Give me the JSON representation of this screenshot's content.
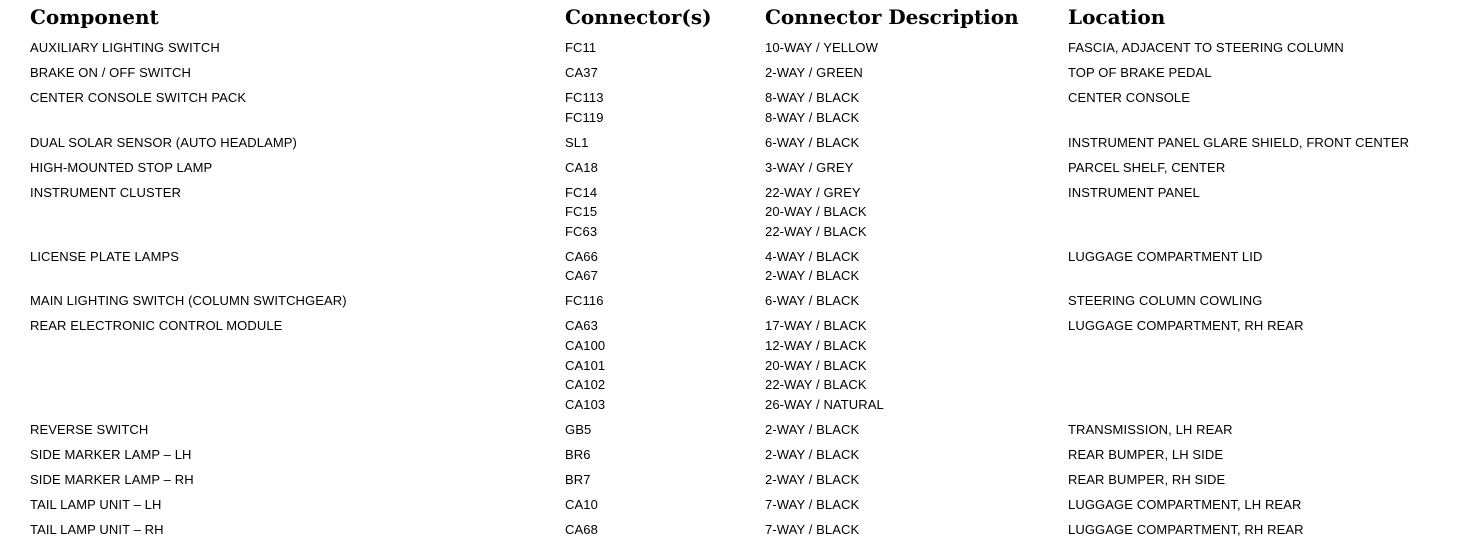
{
  "headers": {
    "component": "Component",
    "connectors": "Connector(s)",
    "description": "Connector Description",
    "location": "Location"
  },
  "rows": [
    {
      "component": "AUXILIARY LIGHTING SWITCH",
      "connectors": [
        "FC11"
      ],
      "descriptions": [
        "10-WAY / YELLOW"
      ],
      "location": "FASCIA, ADJACENT TO STEERING COLUMN"
    },
    {
      "component": "BRAKE ON / OFF SWITCH",
      "connectors": [
        "CA37"
      ],
      "descriptions": [
        "2-WAY / GREEN"
      ],
      "location": "TOP OF BRAKE PEDAL"
    },
    {
      "component": "CENTER CONSOLE SWITCH PACK",
      "connectors": [
        "FC113",
        "FC119"
      ],
      "descriptions": [
        "8-WAY / BLACK",
        "8-WAY / BLACK"
      ],
      "location": "CENTER CONSOLE"
    },
    {
      "component": "DUAL SOLAR SENSOR (AUTO HEADLAMP)",
      "connectors": [
        "SL1"
      ],
      "descriptions": [
        "6-WAY / BLACK"
      ],
      "location": "INSTRUMENT PANEL GLARE SHIELD, FRONT CENTER"
    },
    {
      "component": "HIGH-MOUNTED STOP LAMP",
      "connectors": [
        "CA18"
      ],
      "descriptions": [
        "3-WAY / GREY"
      ],
      "location": "PARCEL SHELF, CENTER"
    },
    {
      "component": "INSTRUMENT CLUSTER",
      "connectors": [
        "FC14",
        "FC15",
        "FC63"
      ],
      "descriptions": [
        "22-WAY / GREY",
        "20-WAY / BLACK",
        "22-WAY / BLACK"
      ],
      "location": "INSTRUMENT PANEL"
    },
    {
      "component": "LICENSE PLATE LAMPS",
      "connectors": [
        "CA66",
        "CA67"
      ],
      "descriptions": [
        "4-WAY / BLACK",
        "2-WAY / BLACK"
      ],
      "location": "LUGGAGE COMPARTMENT LID"
    },
    {
      "component": "MAIN LIGHTING SWITCH (COLUMN SWITCHGEAR)",
      "connectors": [
        "FC116"
      ],
      "descriptions": [
        "6-WAY / BLACK"
      ],
      "location": "STEERING COLUMN COWLING"
    },
    {
      "component": "REAR ELECTRONIC CONTROL MODULE",
      "connectors": [
        "CA63",
        "CA100",
        "CA101",
        "CA102",
        "CA103"
      ],
      "descriptions": [
        "17-WAY / BLACK",
        "12-WAY / BLACK",
        "20-WAY / BLACK",
        "22-WAY / BLACK",
        "26-WAY / NATURAL"
      ],
      "location": "LUGGAGE COMPARTMENT, RH REAR"
    },
    {
      "component": "REVERSE SWITCH",
      "connectors": [
        "GB5"
      ],
      "descriptions": [
        "2-WAY / BLACK"
      ],
      "location": "TRANSMISSION, LH REAR"
    },
    {
      "component": "SIDE MARKER LAMP – LH",
      "connectors": [
        "BR6"
      ],
      "descriptions": [
        "2-WAY / BLACK"
      ],
      "location": "REAR BUMPER, LH SIDE"
    },
    {
      "component": "SIDE MARKER LAMP – RH",
      "connectors": [
        "BR7"
      ],
      "descriptions": [
        "2-WAY / BLACK"
      ],
      "location": "REAR BUMPER, RH SIDE"
    },
    {
      "component": "TAIL LAMP UNIT – LH",
      "connectors": [
        "CA10"
      ],
      "descriptions": [
        "7-WAY / BLACK"
      ],
      "location": "LUGGAGE COMPARTMENT, LH REAR"
    },
    {
      "component": "TAIL LAMP UNIT – RH",
      "connectors": [
        "CA68"
      ],
      "descriptions": [
        "7-WAY / BLACK"
      ],
      "location": "LUGGAGE COMPARTMENT, RH REAR"
    }
  ]
}
